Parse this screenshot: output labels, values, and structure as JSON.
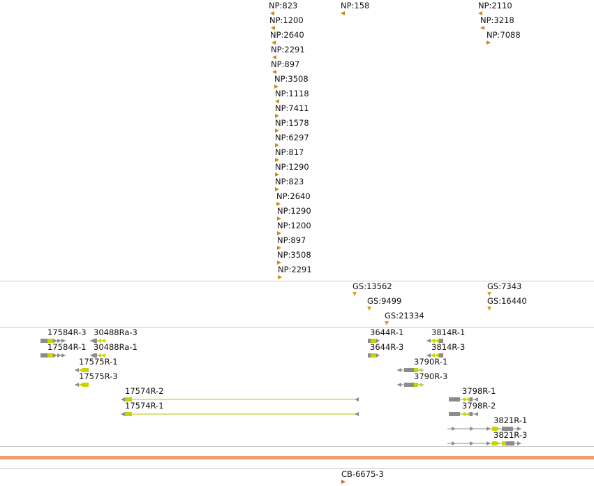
{
  "colors": {
    "np_marker": "#c48b12",
    "gs_marker": "#e0a820",
    "exon_yellow": "#c8d400",
    "exon_gray": "#8c8c8c",
    "intron_line": "#b9c400",
    "scaffold_bar": "#f0a06a",
    "cb_marker": "#e06030",
    "divider": "#c8c8c8"
  },
  "np_track": {
    "features": [
      {
        "label": "NP:823",
        "strand": "-"
      },
      {
        "label": "NP:1200",
        "strand": "-"
      },
      {
        "label": "NP:2640",
        "strand": "-"
      },
      {
        "label": "NP:2291",
        "strand": "-"
      },
      {
        "label": "NP:897",
        "strand": "-"
      },
      {
        "label": "NP:3508",
        "strand": "+"
      },
      {
        "label": "NP:1118",
        "strand": "-"
      },
      {
        "label": "NP:7411",
        "strand": "+"
      },
      {
        "label": "NP:1578",
        "strand": "+"
      },
      {
        "label": "NP:6297",
        "strand": "+"
      },
      {
        "label": "NP:817",
        "strand": "+"
      },
      {
        "label": "NP:1290",
        "strand": "+"
      },
      {
        "label": "NP:823",
        "strand": "+"
      },
      {
        "label": "NP:2640",
        "strand": "+"
      },
      {
        "label": "NP:1290",
        "strand": "+"
      },
      {
        "label": "NP:1200",
        "strand": "+"
      },
      {
        "label": "NP:897",
        "strand": "+"
      },
      {
        "label": "NP:3508",
        "strand": "+"
      },
      {
        "label": "NP:2291",
        "strand": "+"
      },
      {
        "label": "NP:158",
        "strand": "-"
      },
      {
        "label": "NP:2110",
        "strand": "-"
      },
      {
        "label": "NP:3218",
        "strand": "-"
      },
      {
        "label": "NP:7088",
        "strand": "+"
      }
    ]
  },
  "gs_track": {
    "features": [
      {
        "label": "GS:13562"
      },
      {
        "label": "GS:9499"
      },
      {
        "label": "GS:21334"
      },
      {
        "label": "GS:7343"
      },
      {
        "label": "GS:16440"
      }
    ]
  },
  "gene_track": {
    "transcripts": [
      {
        "label": "17584R-3"
      },
      {
        "label": "30488Ra-3"
      },
      {
        "label": "17584R-1"
      },
      {
        "label": "30488Ra-1"
      },
      {
        "label": "17575R-1"
      },
      {
        "label": "17575R-3"
      },
      {
        "label": "17574R-2"
      },
      {
        "label": "17574R-1"
      },
      {
        "label": "3644R-1"
      },
      {
        "label": "3644R-3"
      },
      {
        "label": "3814R-1"
      },
      {
        "label": "3814R-3"
      },
      {
        "label": "3790R-1"
      },
      {
        "label": "3790R-3"
      },
      {
        "label": "3798R-1"
      },
      {
        "label": "3798R-2"
      },
      {
        "label": "3821R-1"
      },
      {
        "label": "3821R-3"
      }
    ]
  },
  "cb_track": {
    "features": [
      {
        "label": "CB-6675-3"
      }
    ]
  }
}
